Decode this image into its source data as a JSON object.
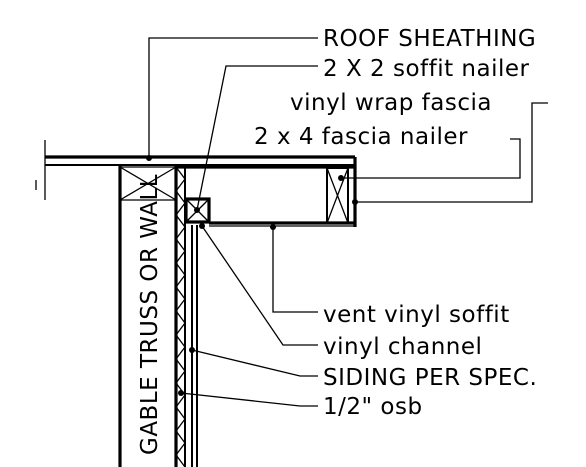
{
  "labels": {
    "roof_sheathing": "ROOF SHEATHING",
    "soffit_nailer": "2 X 2 soffit nailer",
    "vinyl_wrap_fascia": "vinyl wrap fascia",
    "fascia_nailer": "2 x 4 fascia nailer",
    "vent_vinyl_soffit": "vent vinyl soffit",
    "vinyl_channel": "vinyl channel",
    "siding_per_spec": "SIDING PER SPEC.",
    "osb": "1/2\" osb",
    "gable_truss_or_wall": "GABLE TRUSS OR WALL"
  },
  "colors": {
    "ink": "#000000",
    "background": "#ffffff"
  }
}
